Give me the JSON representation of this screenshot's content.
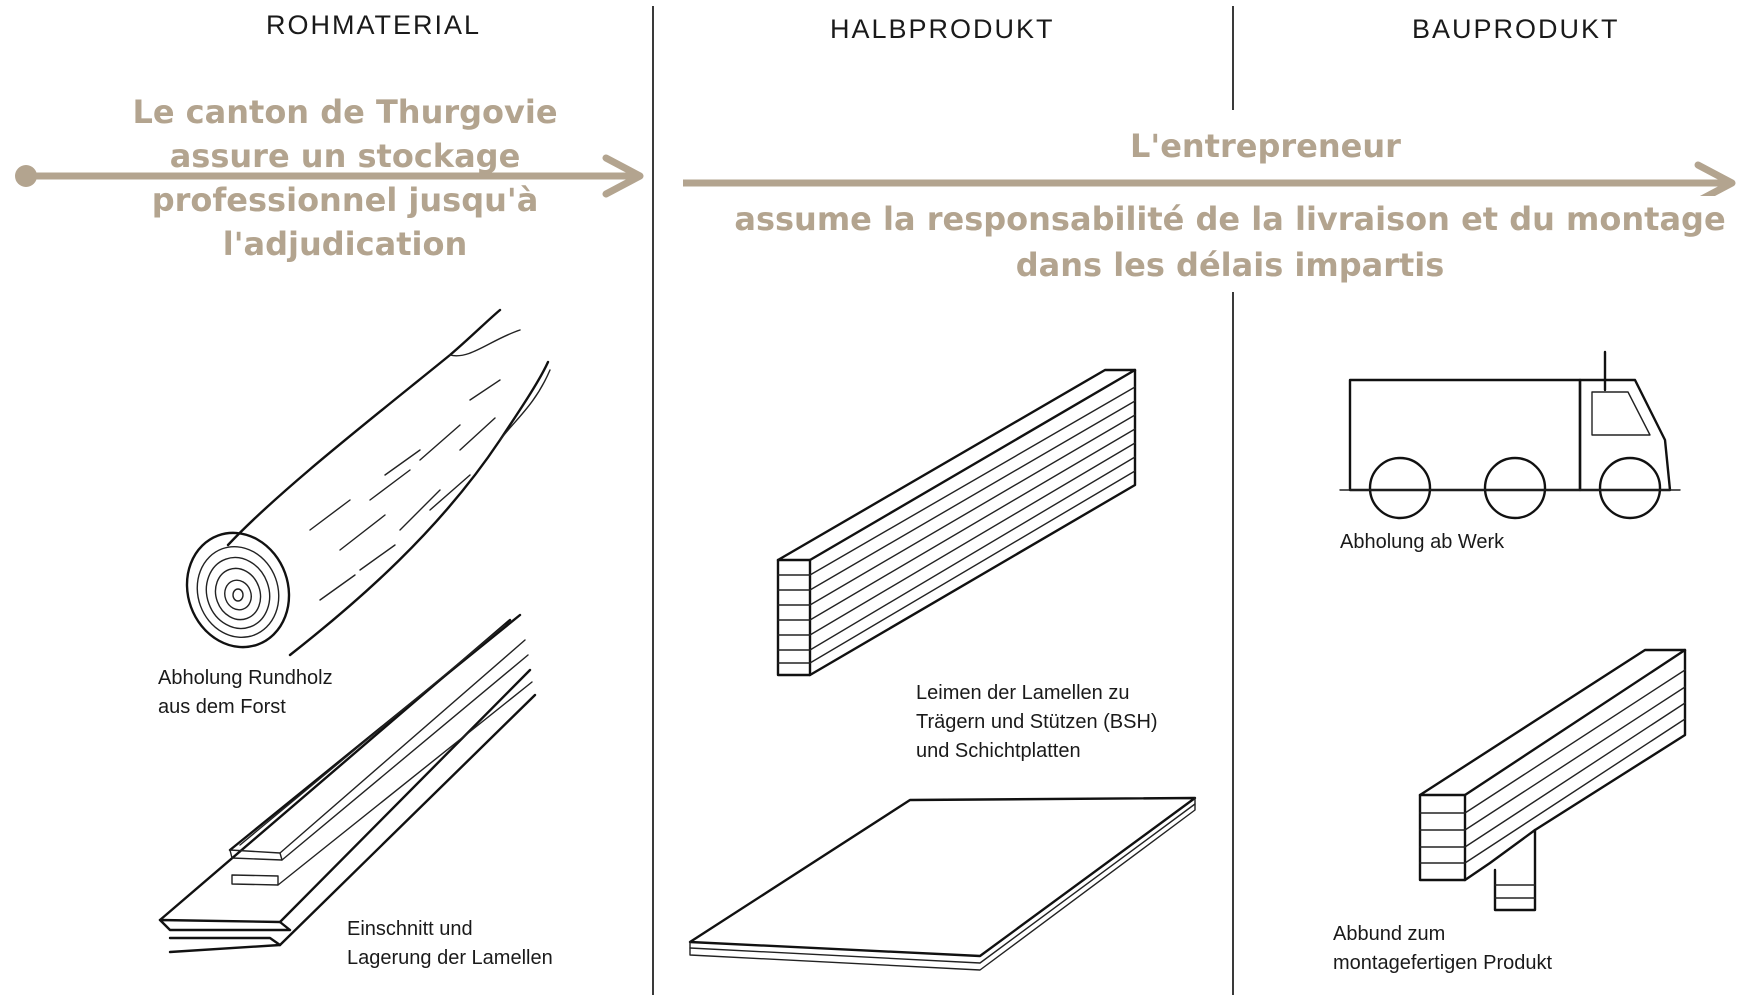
{
  "columns": {
    "raw": {
      "heading": "ROHMATERIAL"
    },
    "semi": {
      "heading": "HALBPRODUKT"
    },
    "building": {
      "heading": "BAUPRODUKT"
    }
  },
  "overlays": {
    "canton": "Le canton de Thurgovie\nassure un stockage\nprofessionnel jusqu'à\nl'adjudication",
    "contractor_title": "L'entrepreneur",
    "contractor_text": "assume la responsabilité de la livraison et du montage\ndans les délais impartis"
  },
  "captions": {
    "log": "Abholung Rundholz\naus dem Forst",
    "lamellas": "Einschnitt und\nLagerung der Lamellen",
    "glulam": "Leimen der Lamellen zu\nTrägern und Stützen (BSH)\nund Schichtplatten",
    "truck": "Abholung ab Werk",
    "assembly": "Abbund zum\nmontagefertigen Produkt"
  },
  "colors": {
    "accent": "#b3a48f",
    "ink": "#111111"
  }
}
